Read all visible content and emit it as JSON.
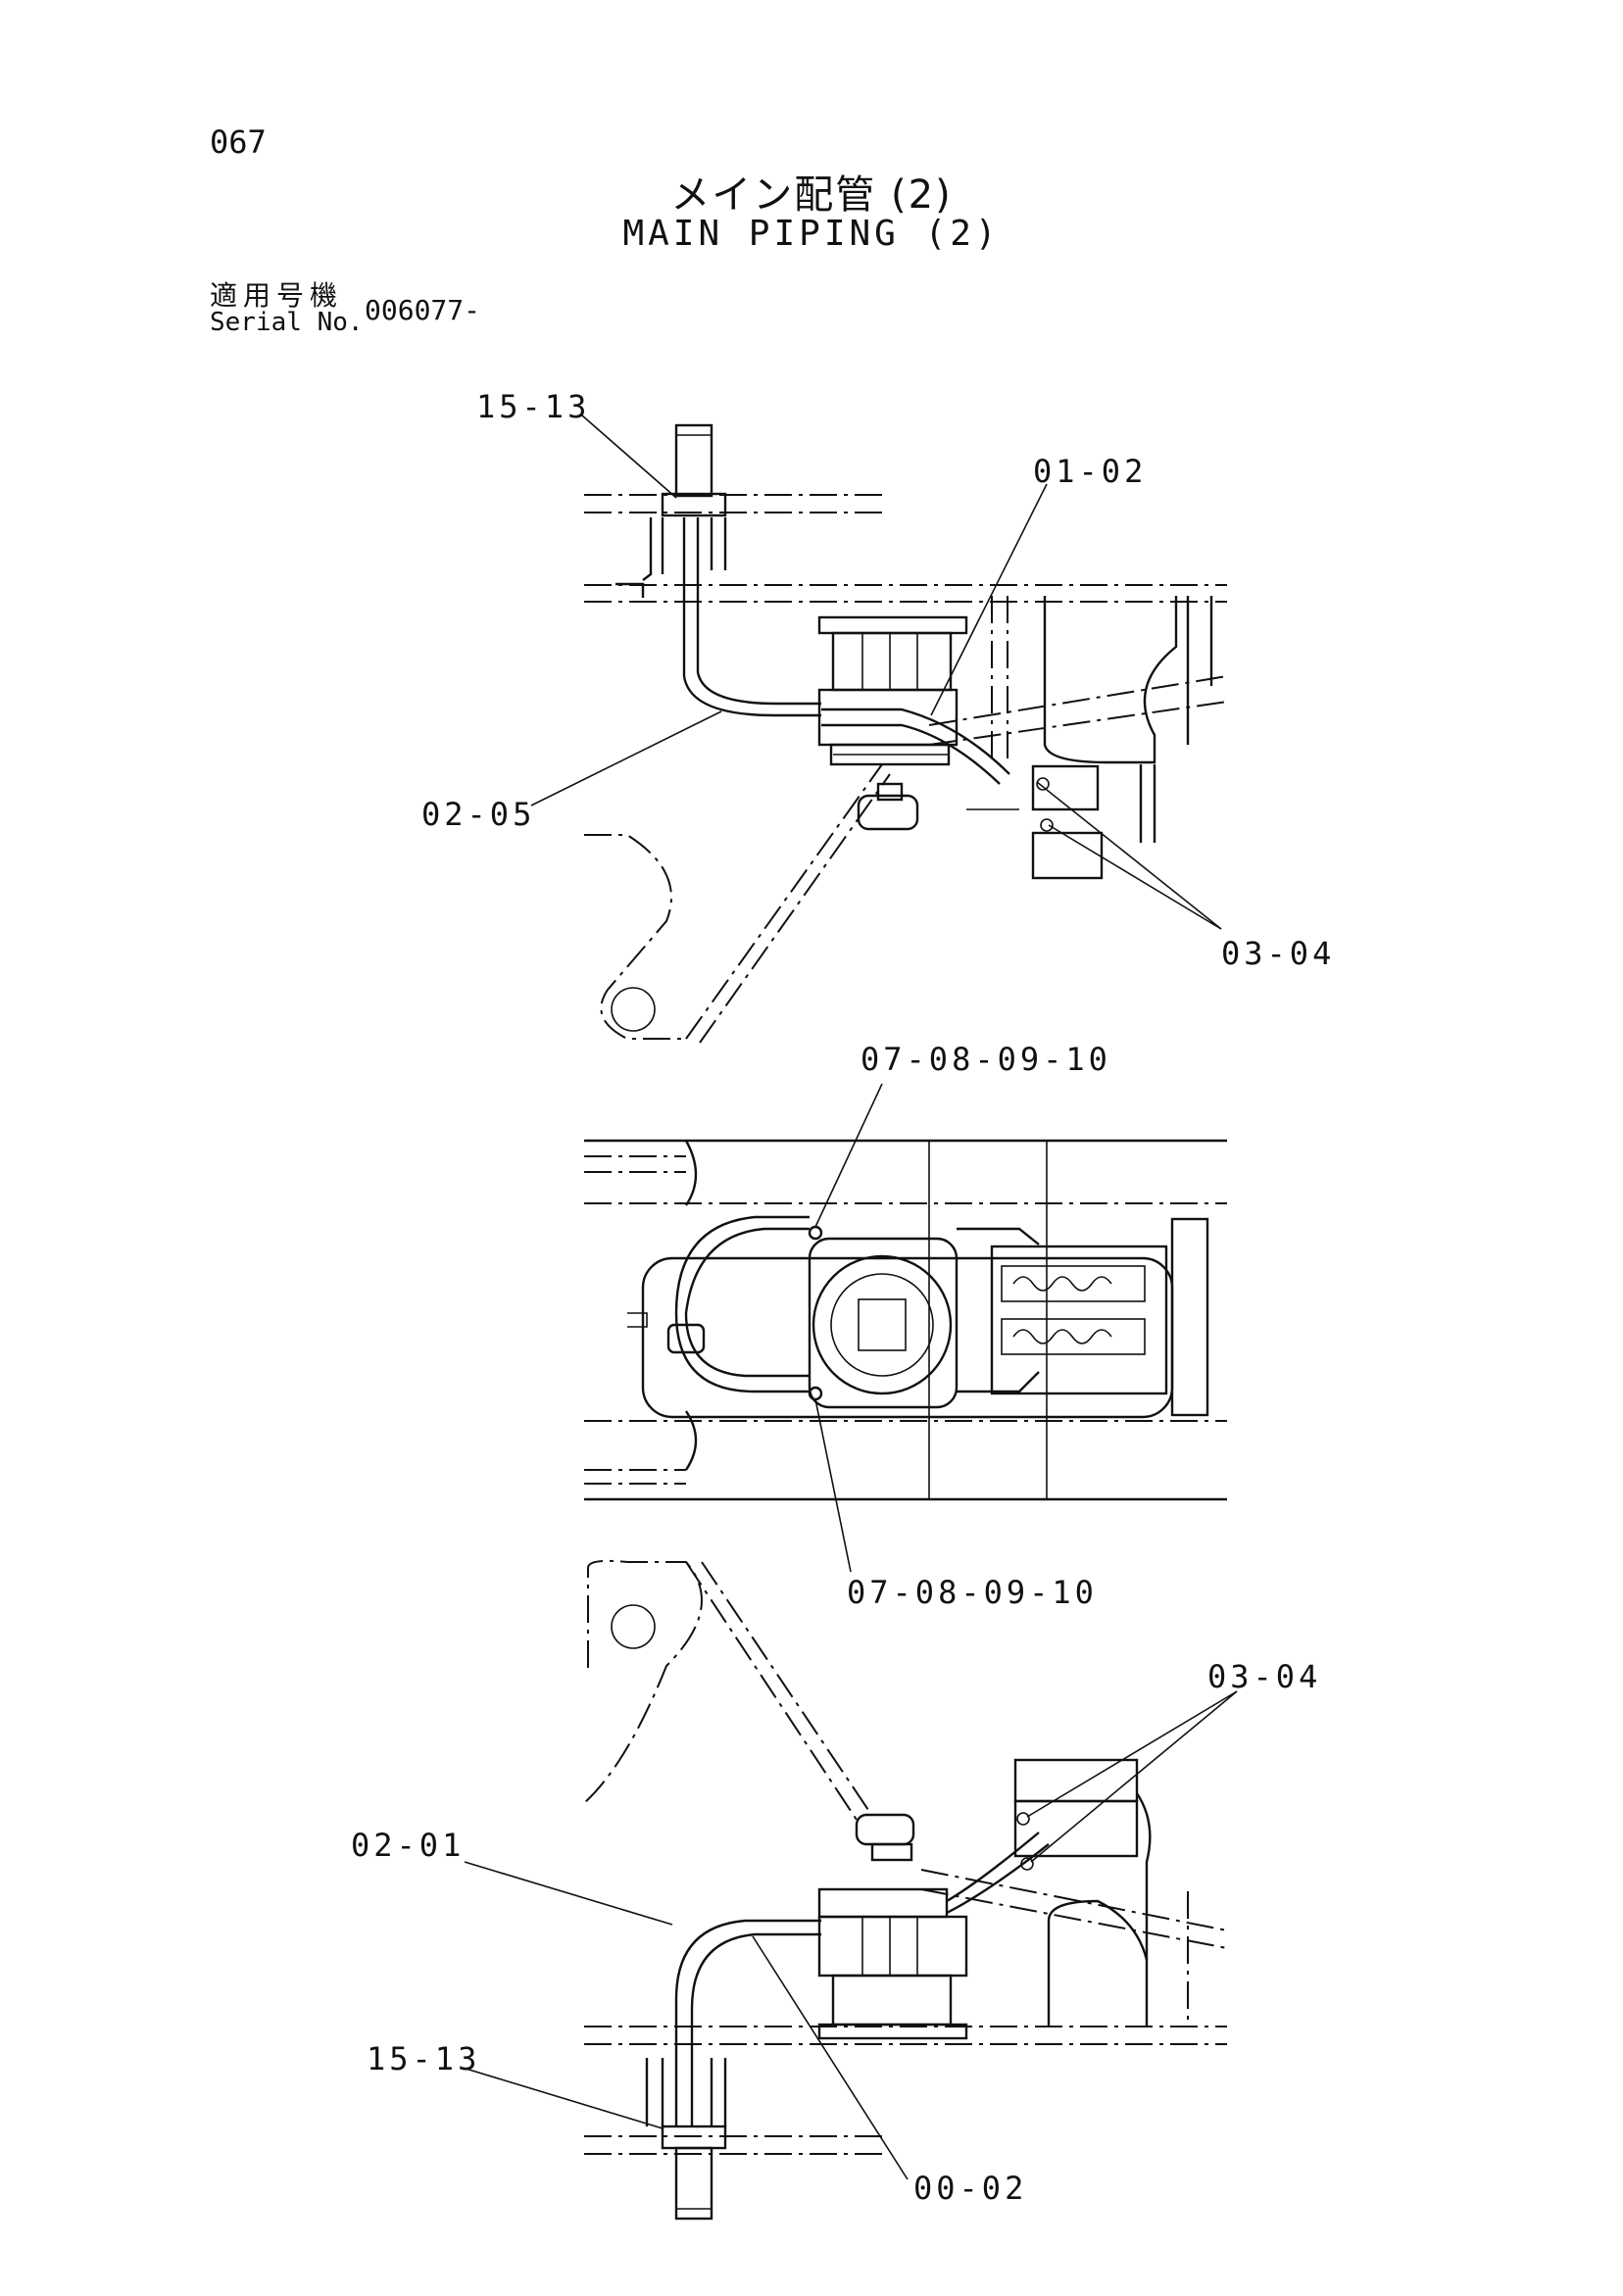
{
  "page_number": "067",
  "title": {
    "ja": "メイン配管 (2)",
    "en": "MAIN PIPING (2)"
  },
  "serial": {
    "label_ja": "適用号機",
    "label_en": "Serial No.",
    "value": "006077-"
  },
  "callouts": {
    "top_15_13": "15-13",
    "top_01_02": "01-02",
    "top_02_05": "02-05",
    "top_03_04": "03-04",
    "mid_upper": "07-08-09-10",
    "mid_lower": "07-08-09-10",
    "bot_03_04": "03-04",
    "bot_02_01": "02-01",
    "bot_15_13": "15-13",
    "bot_00_02": "00-02"
  }
}
